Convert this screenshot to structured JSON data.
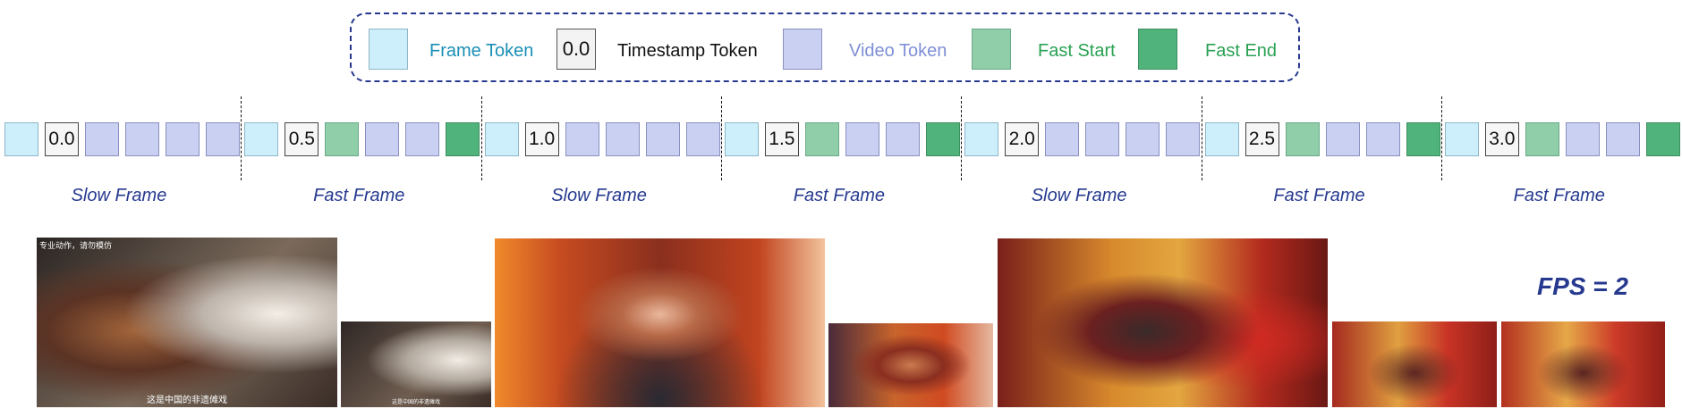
{
  "legend": {
    "frame_token": "Frame Token",
    "timestamp_value": "0.0",
    "timestamp_token": "Timestamp Token",
    "video_token": "Video Token",
    "fast_start": "Fast Start",
    "fast_end": "Fast End"
  },
  "groups": [
    {
      "label": "Slow Frame",
      "timestamp": "0.0",
      "type": "slow"
    },
    {
      "label": "Fast Frame",
      "timestamp": "0.5",
      "type": "fast"
    },
    {
      "label": "Slow Frame",
      "timestamp": "1.0",
      "type": "slow"
    },
    {
      "label": "Fast Frame",
      "timestamp": "1.5",
      "type": "fast"
    },
    {
      "label": "Slow Frame",
      "timestamp": "2.0",
      "type": "slow"
    },
    {
      "label": "Fast Frame",
      "timestamp": "2.5",
      "type": "fast"
    },
    {
      "label": "Fast Frame",
      "timestamp": "3.0",
      "type": "fast"
    }
  ],
  "frames": {
    "subtitle": "这是中国的非遗傩戏",
    "corner_text": "专业动作，请勿模仿"
  },
  "fps_label": "FPS = 2",
  "colors": {
    "frame": "#cdeffb",
    "video": "#c9d0f2",
    "fast_start": "#8fcea9",
    "fast_end": "#50b37b",
    "accent": "#26398f",
    "frame_text": "#1a8fb5",
    "video_text": "#7f8fd6",
    "fast_text": "#2aa153"
  }
}
